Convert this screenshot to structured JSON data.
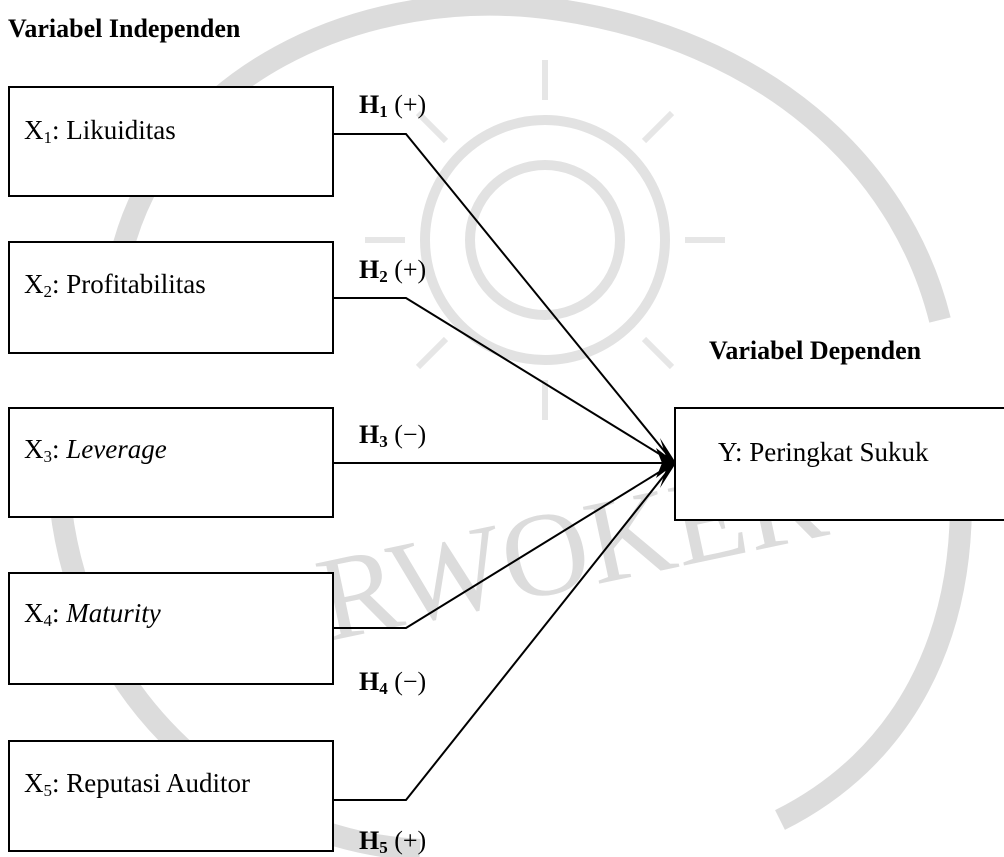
{
  "section_labels": {
    "independent": "Variabel Independen",
    "dependent": "Variabel Dependen"
  },
  "independent_vars": [
    {
      "symbol": "X",
      "index": "1",
      "name": "Likuiditas",
      "italic": false
    },
    {
      "symbol": "X",
      "index": "2",
      "name": "Profitabilitas",
      "italic": false
    },
    {
      "symbol": "X",
      "index": "3",
      "name": "Leverage",
      "italic": true
    },
    {
      "symbol": "X",
      "index": "4",
      "name": "Maturity",
      "italic": true
    },
    {
      "symbol": "X",
      "index": "5",
      "name": "Reputasi Auditor",
      "italic": false
    }
  ],
  "dependent_var": {
    "label": "Y: Peringkat Sukuk"
  },
  "hypotheses": [
    {
      "letter": "H",
      "index": "1",
      "sign": "(+)"
    },
    {
      "letter": "H",
      "index": "2",
      "sign": "(+)"
    },
    {
      "letter": "H",
      "index": "3",
      "sign": "(−)"
    },
    {
      "letter": "H",
      "index": "4",
      "sign": "(−)"
    },
    {
      "letter": "H",
      "index": "5",
      "sign": "(+)"
    }
  ],
  "watermark_text": [
    "RWOKER"
  ]
}
